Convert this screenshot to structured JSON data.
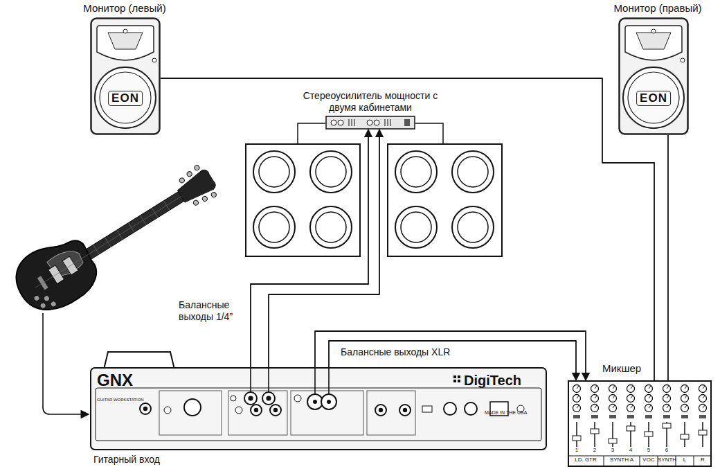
{
  "diagram": {
    "nodes": [
      {
        "text": [
          "Монитор (левый)",
          "EON"
        ]
      },
      {
        "text": [
          "Монитор (правый)",
          "EON"
        ]
      },
      {
        "text": [
          "Стереоусилитель мощности с двумя кабинетами"
        ]
      },
      {
        "text": [
          "Микшер"
        ]
      },
      {
        "text": [
          "GNX",
          "DigiTech"
        ]
      }
    ],
    "edges": [
      {
        "from": 4,
        "to": 2,
        "arrow": "to"
      },
      {
        "from": 4,
        "to": 2,
        "arrow": "to"
      },
      {
        "from": 4,
        "to": 3,
        "arrow": "to"
      },
      {
        "from": 4,
        "to": 3,
        "arrow": "to"
      },
      {
        "from": 3,
        "to": 0,
        "arrow": "none"
      },
      {
        "from": 3,
        "to": 1,
        "arrow": "none"
      }
    ],
    "labels": [
      "Балансные выходы 1/4”",
      "Балансные выходы XLR",
      "Гитарный вход",
      "LD. GTR",
      "SYNTH A",
      "VOC",
      "SYNTH",
      "L",
      "R",
      "1",
      "2",
      "3",
      "4",
      "5",
      "6",
      "GUITAR WORKSTATION",
      "MADE IN THE USA"
    ]
  }
}
